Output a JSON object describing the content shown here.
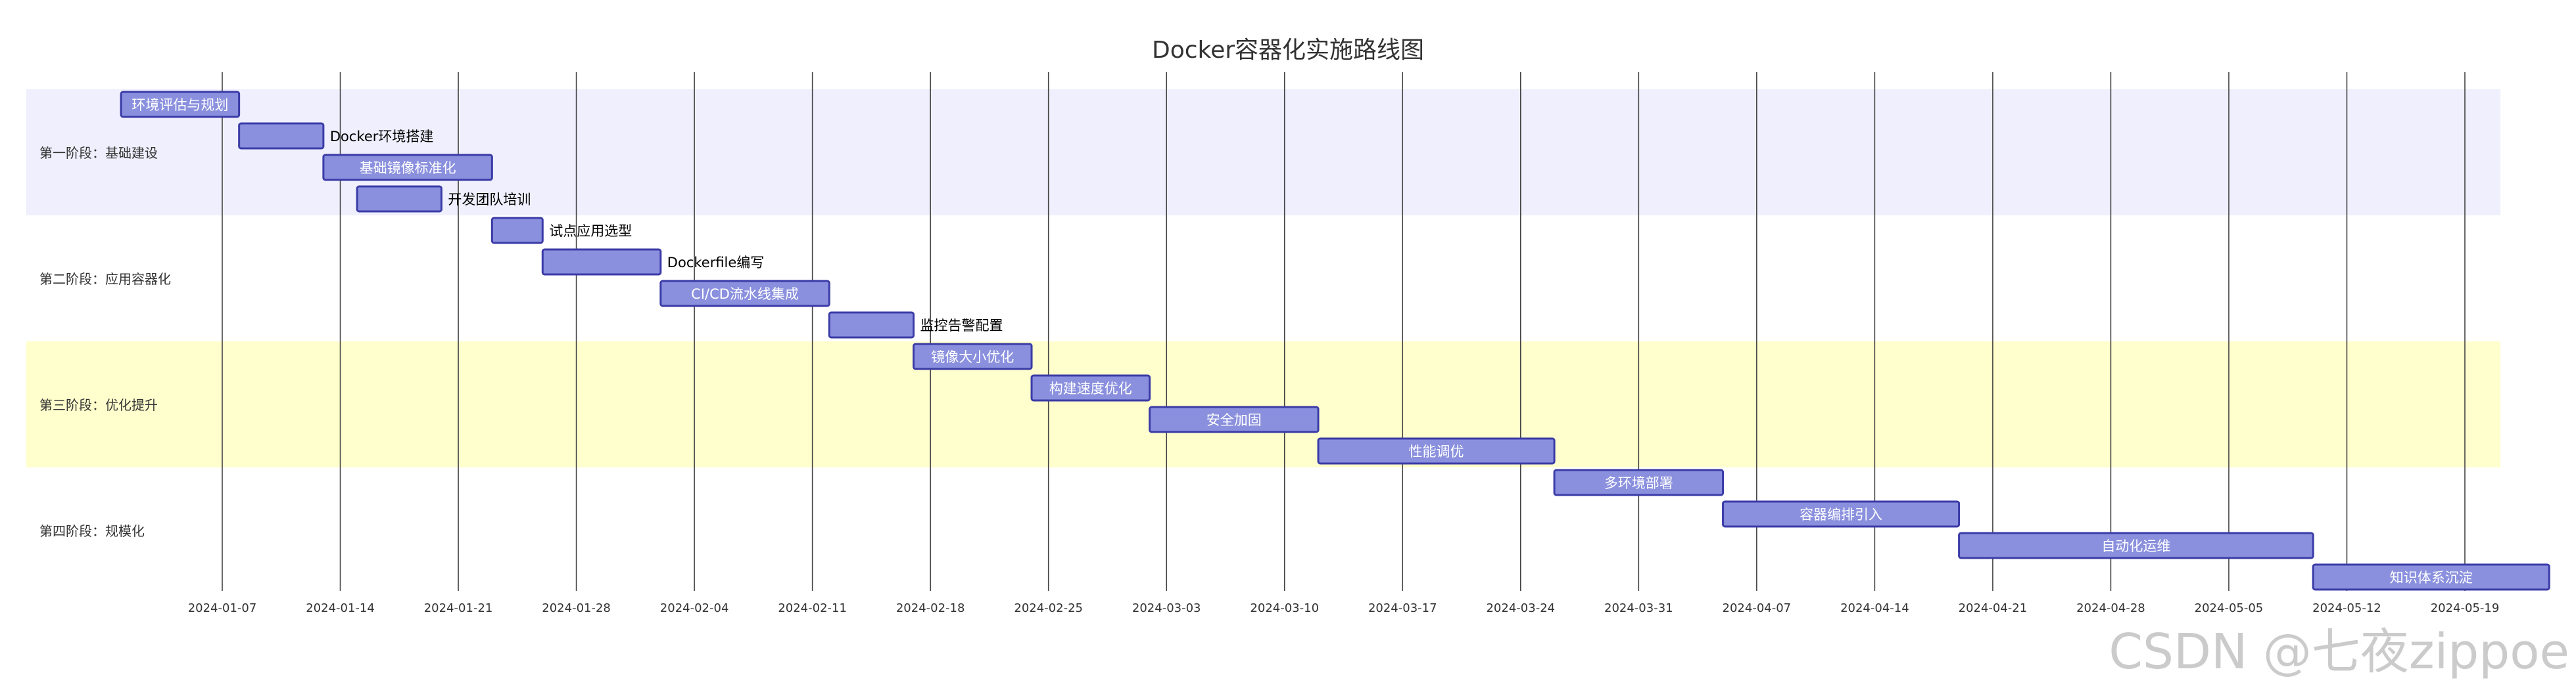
{
  "chart_data": {
    "type": "gantt",
    "title": "Docker容器化实施路线图",
    "x_ticks": [
      "2024-01-07",
      "2024-01-14",
      "2024-01-21",
      "2024-01-28",
      "2024-02-04",
      "2024-02-11",
      "2024-02-18",
      "2024-02-25",
      "2024-03-03",
      "2024-03-10",
      "2024-03-17",
      "2024-03-24",
      "2024-03-31",
      "2024-04-07",
      "2024-04-14",
      "2024-04-21",
      "2024-04-28",
      "2024-05-05",
      "2024-05-12",
      "2024-05-19"
    ],
    "x_range": [
      "2023-12-25",
      "2024-05-27"
    ],
    "sections": [
      {
        "name": "第一阶段：基础建设",
        "color": "#efeffd",
        "tasks": [
          {
            "name": "环境评估与规划",
            "start": "2024-01-01",
            "end": "2024-01-08"
          },
          {
            "name": "Docker环境搭建",
            "start": "2024-01-08",
            "end": "2024-01-13"
          },
          {
            "name": "基础镜像标准化",
            "start": "2024-01-13",
            "end": "2024-01-23"
          },
          {
            "name": "开发团队培训",
            "start": "2024-01-15",
            "end": "2024-01-20"
          }
        ]
      },
      {
        "name": "第二阶段：应用容器化",
        "color": "#ffffff",
        "tasks": [
          {
            "name": "试点应用选型",
            "start": "2024-01-23",
            "end": "2024-01-26"
          },
          {
            "name": "Dockerfile编写",
            "start": "2024-01-26",
            "end": "2024-02-02"
          },
          {
            "name": "CI/CD流水线集成",
            "start": "2024-02-02",
            "end": "2024-02-12"
          },
          {
            "name": "监控告警配置",
            "start": "2024-02-12",
            "end": "2024-02-17"
          }
        ]
      },
      {
        "name": "第三阶段：优化提升",
        "color": "#ffffcd",
        "tasks": [
          {
            "name": "镜像大小优化",
            "start": "2024-02-17",
            "end": "2024-02-24"
          },
          {
            "name": "构建速度优化",
            "start": "2024-02-24",
            "end": "2024-03-02"
          },
          {
            "name": "安全加固",
            "start": "2024-03-02",
            "end": "2024-03-12"
          },
          {
            "name": "性能调优",
            "start": "2024-03-12",
            "end": "2024-03-26"
          }
        ]
      },
      {
        "name": "第四阶段：规模化",
        "color": "#ffffff",
        "tasks": [
          {
            "name": "多环境部署",
            "start": "2024-03-26",
            "end": "2024-04-05"
          },
          {
            "name": "容器编排引入",
            "start": "2024-04-05",
            "end": "2024-04-19"
          },
          {
            "name": "自动化运维",
            "start": "2024-04-19",
            "end": "2024-05-10"
          },
          {
            "name": "知识体系沉淀",
            "start": "2024-05-10",
            "end": "2024-05-24"
          }
        ]
      }
    ],
    "bar_color": "#8a90dd",
    "bar_stroke": "#3b3ba8",
    "grid": true
  },
  "watermark": "CSDN @七夜zippoe"
}
